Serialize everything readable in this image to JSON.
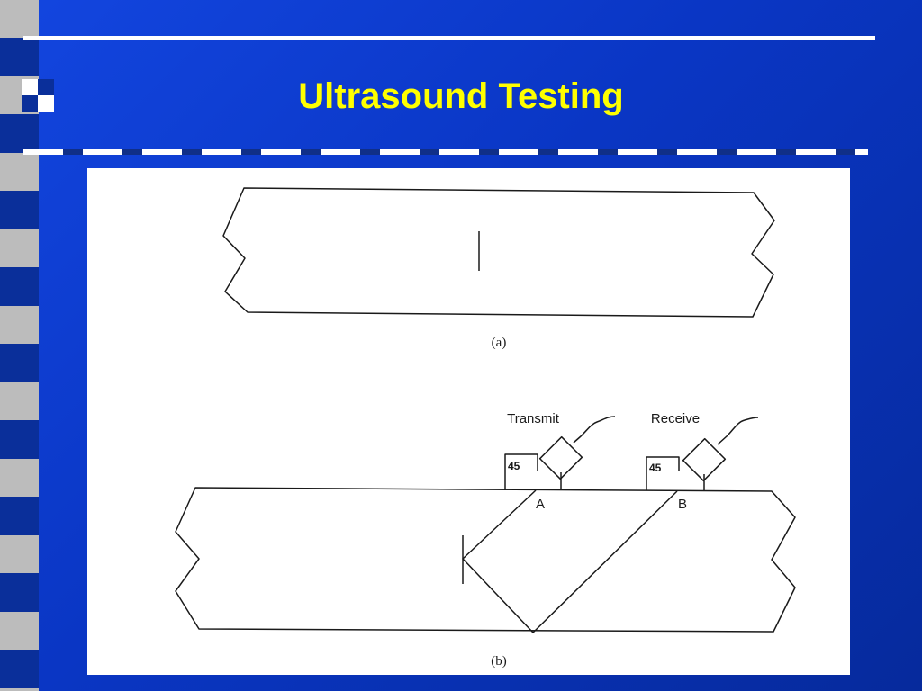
{
  "slide": {
    "title": "Ultrasound Testing"
  },
  "figure": {
    "caption_a": "(a)",
    "caption_b": "(b)",
    "transmit_label": "Transmit",
    "receive_label": "Receive",
    "angle_transmit": "45",
    "angle_receive": "45",
    "point_a": "A",
    "point_b": "B"
  },
  "colors": {
    "background": "#0a36c4",
    "title": "#ffff00",
    "rule": "#ffffff",
    "strip_light": "#bcbcbc",
    "strip_dark": "#0a2f9a"
  }
}
